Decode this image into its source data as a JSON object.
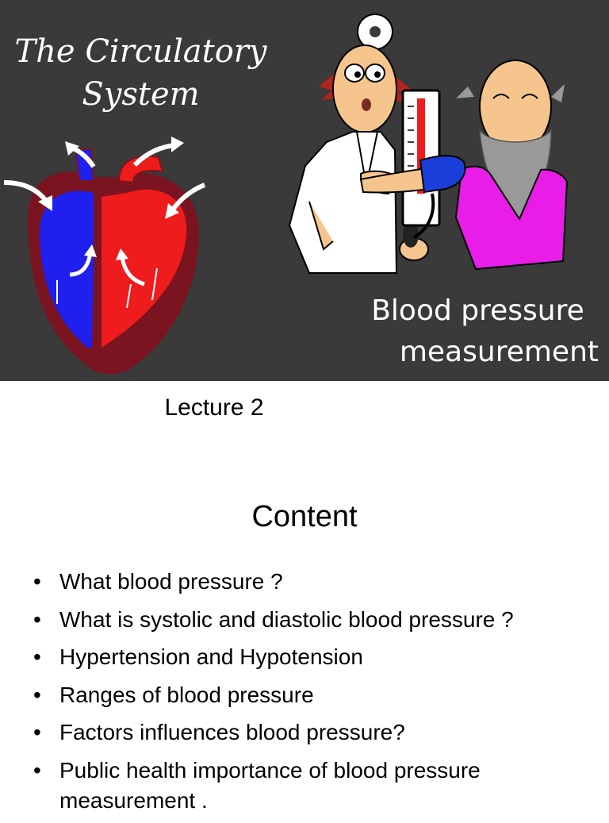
{
  "slide1": {
    "title_lines": [
      "The Circulatory",
      "System"
    ],
    "subtitle_lines": [
      "Blood pressure",
      "measurement"
    ],
    "lecture": "Lecture 2",
    "colors": {
      "banner": "#3a3a3a",
      "heart_left": "#1f1fee",
      "heart_right": "#ee1c1c",
      "heart_outline": "#7a1420",
      "patient_shirt": "#e81ee8",
      "cuff": "#1a3ed8"
    },
    "icons": [
      "heart-diagram-icon",
      "doctor-patient-cartoon-icon"
    ]
  },
  "slide2": {
    "heading": "Content",
    "bullets": [
      "What blood pressure ?",
      "What is systolic and diastolic blood pressure ?",
      "Hypertension and Hypotension",
      "Ranges of blood pressure",
      "Factors influences blood pressure?",
      "Public health importance of blood pressure measurement ."
    ]
  }
}
